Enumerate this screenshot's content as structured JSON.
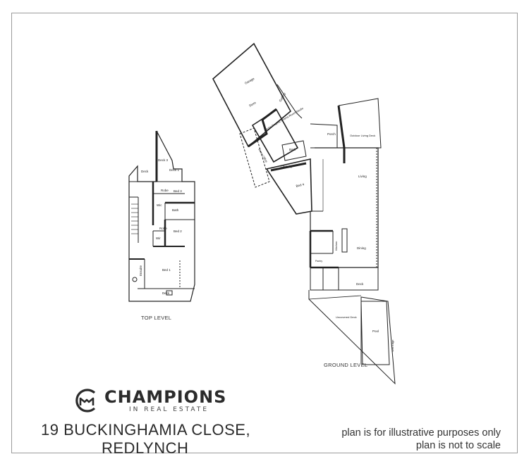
{
  "levels": {
    "top_level": "TOP LEVEL",
    "ground_level": "GROUND LEVEL"
  },
  "top_rooms": {
    "deck3": "Deck 3",
    "deck1": "Deck 1",
    "deck": "Deck",
    "bed3": "Bed 3",
    "robe": "Robe",
    "wic": "Wic",
    "bath": "Bath",
    "bed2": "Bed 2",
    "wir": "Wir",
    "bed1": "Bed 1",
    "ensuite": "Ensuite",
    "deck_bottom": "Deck"
  },
  "ground_rooms": {
    "garage": "Garage",
    "store": "Store",
    "gallery": "Gallery",
    "music": "Music Graphic Drama Room Studio",
    "home_office": "Home Office",
    "bath": "Bath",
    "laundry": "Laundry",
    "bed4": "Bed 4",
    "porch": "Porch",
    "outdoor": "Outdoor Living Deck",
    "living": "Living",
    "kitchen": "Kitchen",
    "dining": "Dining",
    "pantry": "Pantry",
    "deck": "Deck",
    "uncovered_deck": "Uncovered Deck",
    "pool": "Pool",
    "wet_edge": "Wet Edge"
  },
  "brand": {
    "name": "CHAMPIONS",
    "tagline": "IN REAL ESTATE"
  },
  "address": {
    "line1": "19 BUCKINGHAMIA CLOSE,",
    "line2": "REDLYNCH"
  },
  "disclaimer": {
    "line1": "plan is for illustrative purposes only",
    "line2": "plan is not to scale"
  }
}
